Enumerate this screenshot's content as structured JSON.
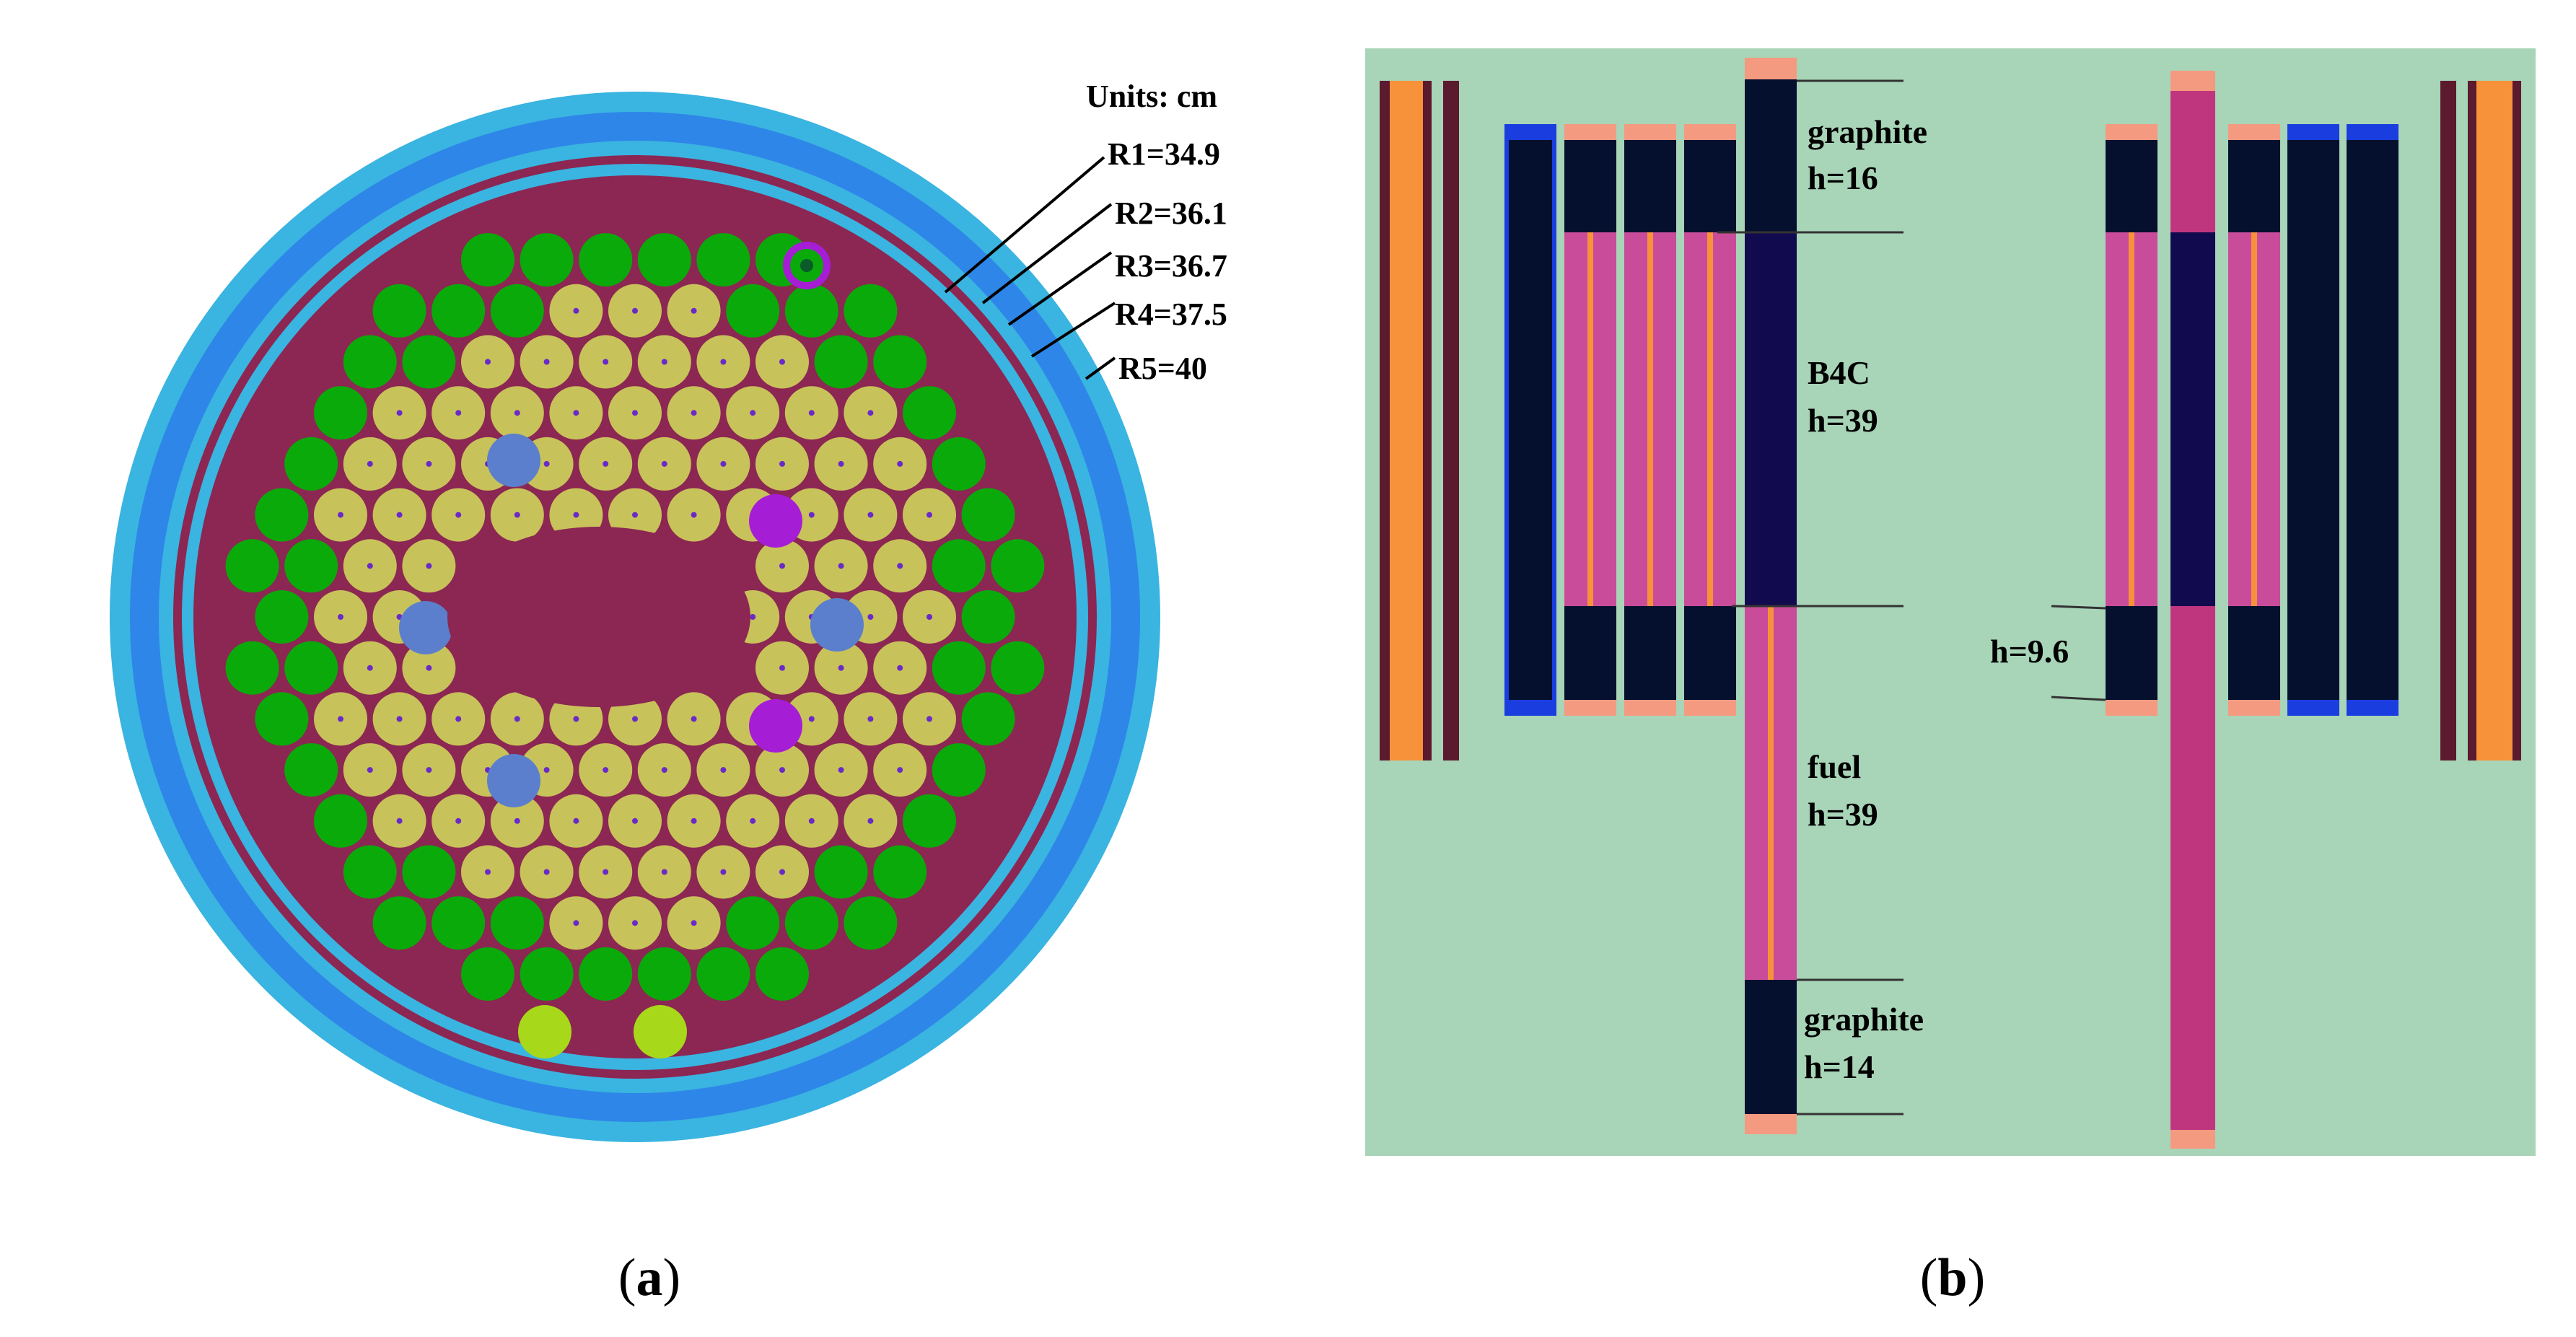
{
  "panel_a": {
    "units_label": "Units: cm",
    "radii": [
      {
        "label": "R1=34.9",
        "value": 34.9
      },
      {
        "label": "R2=36.1",
        "value": 36.1
      },
      {
        "label": "R3=36.7",
        "value": 36.7
      },
      {
        "label": "R4=37.5",
        "value": 37.5
      },
      {
        "label": "R5=40",
        "value": 40
      }
    ],
    "caption_letter": "a"
  },
  "panel_b": {
    "labels": {
      "graphite_top": "graphite",
      "graphite_top_h": "h=16",
      "b4c": "B4C",
      "b4c_h": "h=39",
      "fuel": "fuel",
      "fuel_h": "h=39",
      "graphite_bottom": "graphite",
      "graphite_bottom_h": "h=14",
      "side_h": "h=9.6"
    },
    "caption_letter": "b"
  },
  "colors": {
    "matrix": "#8B2752",
    "reflector_outer": "#2E86E8",
    "reflector_light": "#3AB4E0",
    "fuel_pin": "#C8C25A",
    "reflector_pin": "#0AAA0A",
    "control_pin": "#5B7FCC",
    "purple_pin": "#A61DD6",
    "lime_pin": "#A8D81A",
    "background_b": "#A8D4B8",
    "graphite": "#05102E",
    "b4c": "#120A4E",
    "fuel_rod": "#C0367E",
    "tip": "#F49A80",
    "orange": "#F7923A"
  }
}
